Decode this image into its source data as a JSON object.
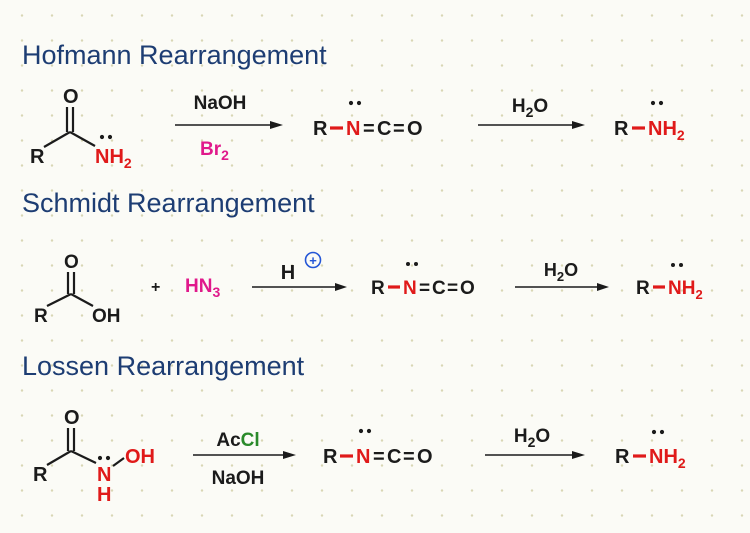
{
  "colors": {
    "title": "#1d3d73",
    "black": "#1b1b1b",
    "nitrogen": "#e01a1a",
    "reagent": "#e0198b"
  },
  "atoms": {
    "O": "O",
    "R": "R",
    "N": "N",
    "H": "H",
    "C": "C",
    "NH": "NH",
    "OH": "OH",
    "sub2": "2",
    "sub3": "3",
    "eq": "=",
    "plus": "+",
    "cation_sign": "+"
  },
  "reactions": [
    {
      "title": "Hofmann Rearrangement",
      "reagent_top": "NaOH",
      "reagent_bottom": "Br",
      "reagent_bottom_sub": "2",
      "hydrolysis_reagent": "H",
      "hydrolysis_reagent_sub": "2",
      "hydrolysis_reagent_end": "O"
    },
    {
      "title": "Schmidt Rearrangement",
      "co_reactant": "HN",
      "co_reactant_sub": "3",
      "reagent_top": "H",
      "hydrolysis_reagent": "H",
      "hydrolysis_reagent_sub": "2",
      "hydrolysis_reagent_end": "O"
    },
    {
      "title": "Lossen Rearrangement",
      "reagent_top_part1": "Ac",
      "reagent_top_part2": "Cl",
      "reagent_bottom": "NaOH",
      "hydrolysis_reagent": "H",
      "hydrolysis_reagent_sub": "2",
      "hydrolysis_reagent_end": "O"
    }
  ]
}
